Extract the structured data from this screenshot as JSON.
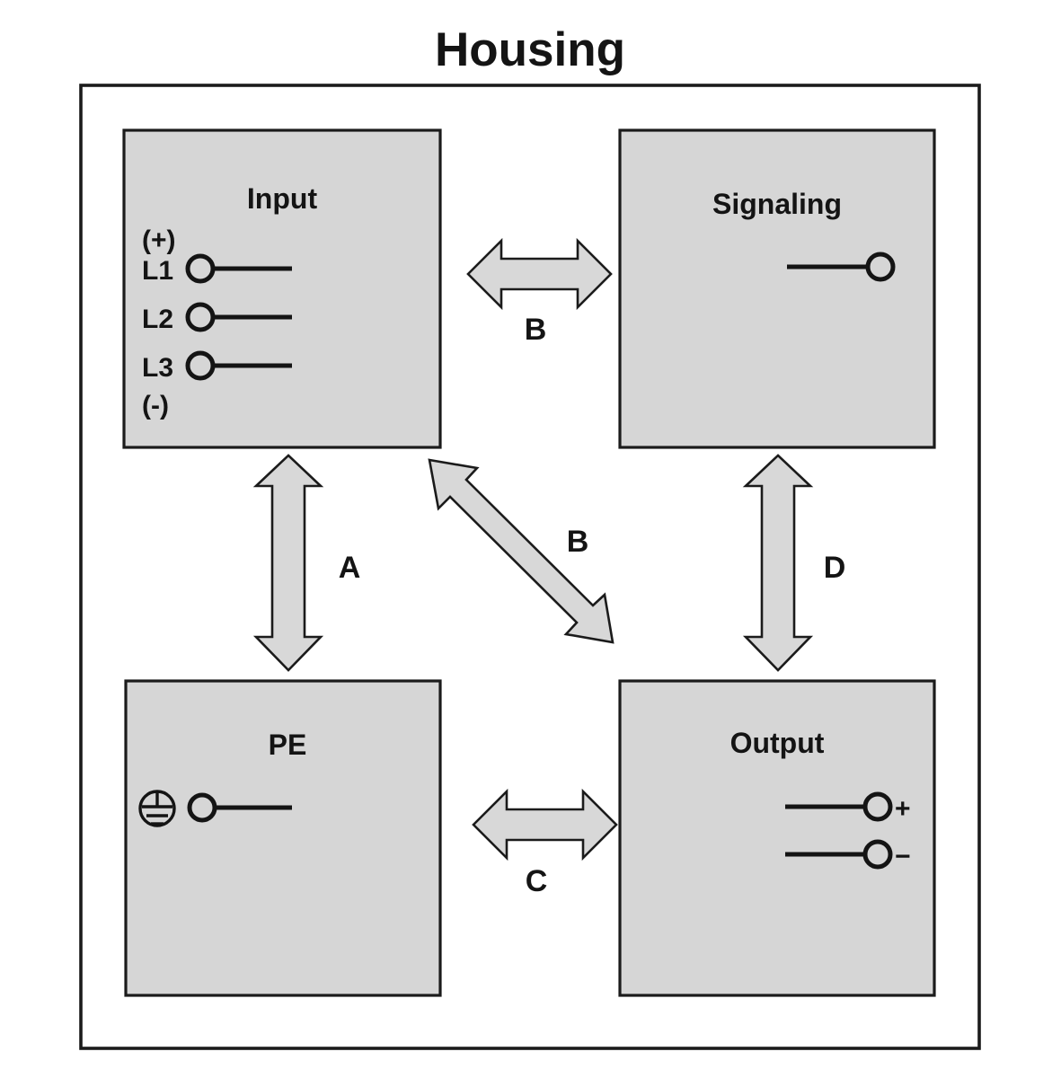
{
  "title": "Housing",
  "colors": {
    "box_fill": "#d6d6d6",
    "arrow_fill": "#d8d8d8",
    "stroke": "#1b1b1b",
    "text": "#141414",
    "background": "#ffffff"
  },
  "blocks": {
    "input": {
      "label": "Input",
      "polarity_top": "(+)",
      "polarity_bottom": "(-)",
      "terminals": [
        {
          "label": "L1"
        },
        {
          "label": "L2"
        },
        {
          "label": "L3"
        }
      ]
    },
    "signaling": {
      "label": "Signaling",
      "terminals": [
        {
          "label": ""
        }
      ]
    },
    "pe": {
      "label": "PE",
      "symbol": "protective-earth",
      "terminals": [
        {
          "label": ""
        }
      ]
    },
    "output": {
      "label": "Output",
      "terminals": [
        {
          "label": "+"
        },
        {
          "label": "−"
        }
      ]
    }
  },
  "arrows": [
    {
      "id": "input-signaling",
      "label": "B",
      "orientation": "horizontal",
      "from": "input",
      "to": "signaling"
    },
    {
      "id": "input-pe",
      "label": "A",
      "orientation": "vertical",
      "from": "input",
      "to": "pe"
    },
    {
      "id": "input-output",
      "label": "B",
      "orientation": "diagonal",
      "from": "input",
      "to": "output"
    },
    {
      "id": "signaling-output",
      "label": "D",
      "orientation": "vertical",
      "from": "signaling",
      "to": "output"
    },
    {
      "id": "pe-output",
      "label": "C",
      "orientation": "horizontal",
      "from": "pe",
      "to": "output"
    }
  ]
}
